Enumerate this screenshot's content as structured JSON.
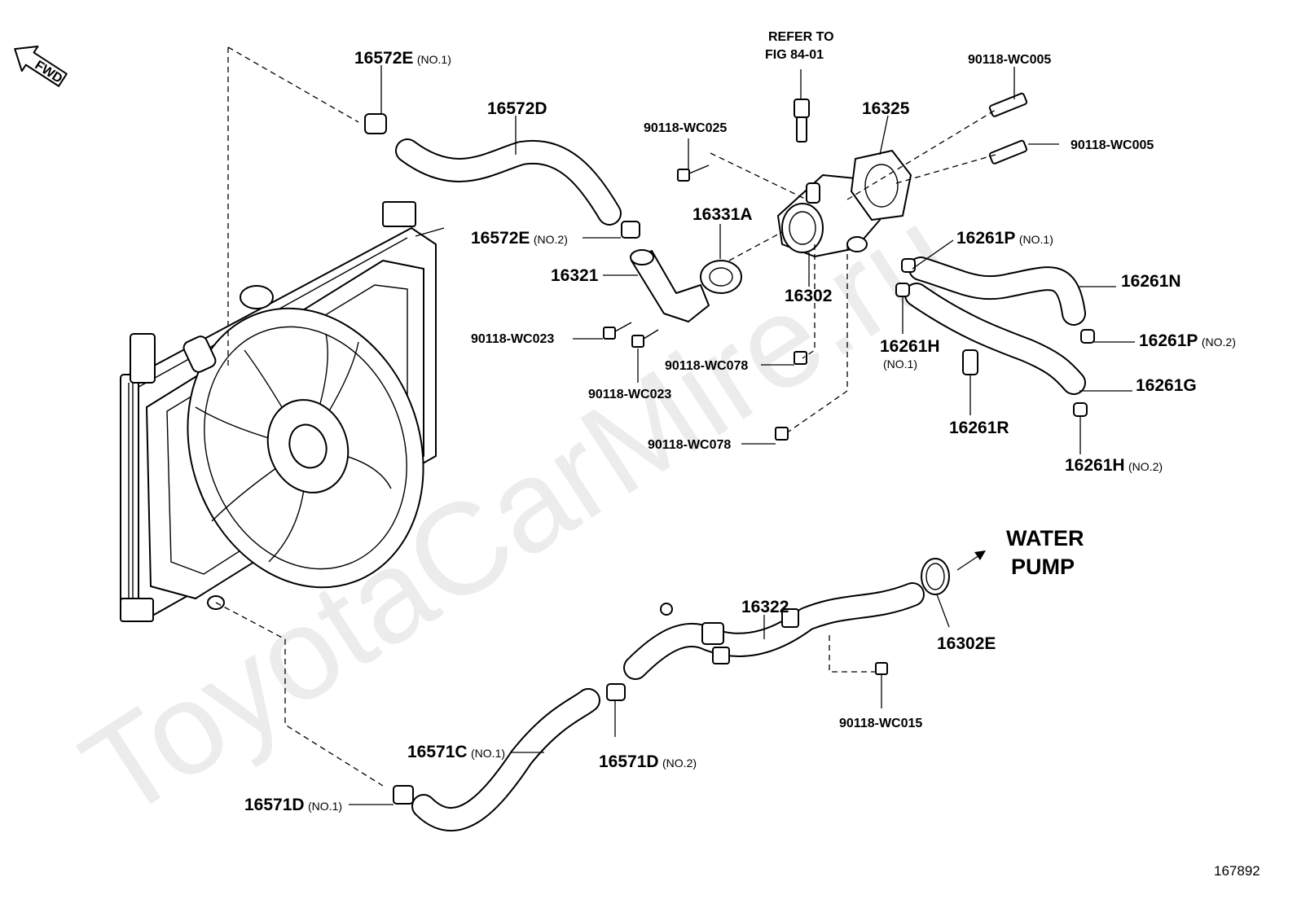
{
  "watermark": "ToyotaCarMire.ru",
  "fwd_label": "FWD",
  "refer_note": {
    "line1": "REFER TO",
    "line2": "FIG 84-01"
  },
  "destination": {
    "line1": "WATER",
    "line2": "PUMP"
  },
  "diagram_id": "167892",
  "callouts": {
    "c16572E_no1": {
      "part": "16572E",
      "note": "(NO.1)"
    },
    "c16572D": {
      "part": "16572D"
    },
    "c16572E_no2": {
      "part": "16572E",
      "note": "(NO.2)"
    },
    "c16321": {
      "part": "16321"
    },
    "c16331A": {
      "part": "16331A"
    },
    "c90118_WC025": {
      "part": "90118-WC025"
    },
    "c90118_WC023_a": {
      "part": "90118-WC023"
    },
    "c90118_WC023_b": {
      "part": "90118-WC023"
    },
    "c90118_WC078_a": {
      "part": "90118-WC078"
    },
    "c90118_WC078_b": {
      "part": "90118-WC078"
    },
    "c16302": {
      "part": "16302"
    },
    "c16325": {
      "part": "16325"
    },
    "c90118_WC005_a": {
      "part": "90118-WC005"
    },
    "c90118_WC005_b": {
      "part": "90118-WC005"
    },
    "c16261P_no1": {
      "part": "16261P",
      "note": "(NO.1)"
    },
    "c16261N": {
      "part": "16261N"
    },
    "c16261H_no1": {
      "part": "16261H",
      "note": "(NO.1)"
    },
    "c16261P_no2": {
      "part": "16261P",
      "note": "(NO.2)"
    },
    "c16261G": {
      "part": "16261G"
    },
    "c16261R": {
      "part": "16261R"
    },
    "c16261H_no2": {
      "part": "16261H",
      "note": "(NO.2)"
    },
    "c16322": {
      "part": "16322"
    },
    "c16302E": {
      "part": "16302E"
    },
    "c90118_WC015": {
      "part": "90118-WC015"
    },
    "c16571C_no1": {
      "part": "16571C",
      "note": "(NO.1)"
    },
    "c16571D_no2": {
      "part": "16571D",
      "note": "(NO.2)"
    },
    "c16571D_no1": {
      "part": "16571D",
      "note": "(NO.1)"
    }
  }
}
